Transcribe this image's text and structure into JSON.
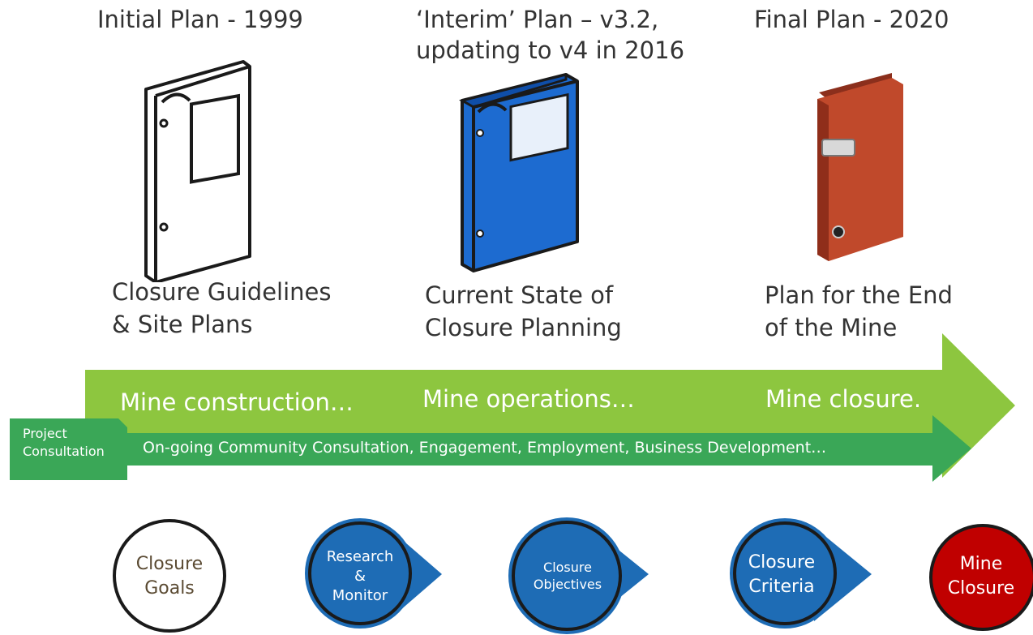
{
  "plans": [
    {
      "title_lines": [
        "Initial Plan - 1999"
      ],
      "desc_lines": [
        "Closure Guidelines",
        "& Site Plans"
      ],
      "binder_icon": "white-binder-icon",
      "color": "#ffffff"
    },
    {
      "title_lines": [
        "‘Interim’ Plan – v3.2,",
        "updating to v4 in 2016"
      ],
      "desc_lines": [
        "Current State of",
        "Closure Planning"
      ],
      "binder_icon": "blue-binder-icon",
      "color": "#1f6fd6"
    },
    {
      "title_lines": [
        "Final Plan - 2020"
      ],
      "desc_lines": [
        "Plan for the End",
        "of the Mine"
      ],
      "binder_icon": "red-binder-icon",
      "color": "#c0492b"
    }
  ],
  "timeline": {
    "phases": [
      "Mine construction…",
      "Mine operations…",
      "Mine closure."
    ],
    "consultation_tab": [
      "Project",
      "Consultation"
    ],
    "consultation_text": "On-going Community Consultation, Engagement, Employment, Business Development…"
  },
  "steps": [
    {
      "lines": [
        "Closure",
        "Goals"
      ],
      "fill": "#ffffff",
      "text_color": "#5a4a32"
    },
    {
      "lines": [
        "Research",
        "&",
        "Monitor"
      ],
      "fill": "#1e6cb5",
      "text_color": "#ffffff"
    },
    {
      "lines": [
        "Closure",
        "Objectives"
      ],
      "fill": "#1e6cb5",
      "text_color": "#ffffff"
    },
    {
      "lines": [
        "Closure",
        "Criteria"
      ],
      "fill": "#1e6cb5",
      "text_color": "#ffffff"
    },
    {
      "lines": [
        "Mine",
        "Closure"
      ],
      "fill": "#c00000",
      "text_color": "#ffffff"
    }
  ],
  "colors": {
    "arrow_light_green": "#8dc63f",
    "arrow_dark_green": "#3aa757",
    "outline": "#1a1a1a"
  }
}
